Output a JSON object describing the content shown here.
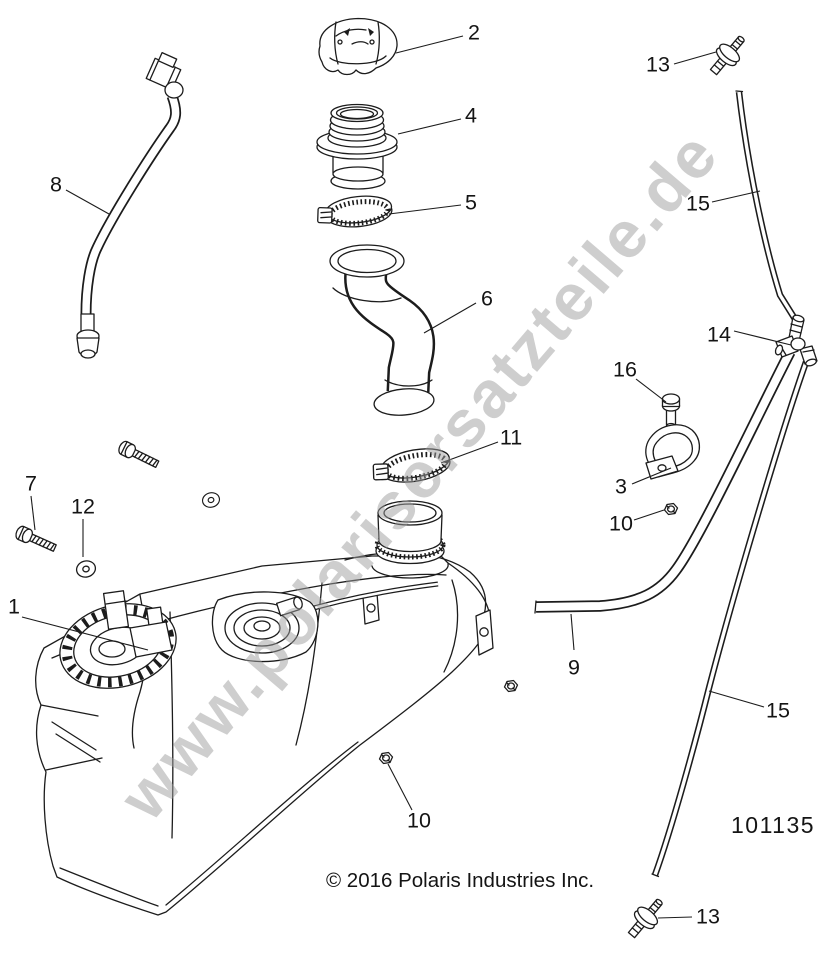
{
  "diagram": {
    "drawing_number": "101135",
    "copyright": "© 2016 Polaris Industries Inc.",
    "watermark": "www.polarisersatzteile.de",
    "callouts": [
      {
        "id": "callout-1",
        "label": "1"
      },
      {
        "id": "callout-2",
        "label": "2"
      },
      {
        "id": "callout-3",
        "label": "3"
      },
      {
        "id": "callout-4",
        "label": "4"
      },
      {
        "id": "callout-5",
        "label": "5"
      },
      {
        "id": "callout-6",
        "label": "6"
      },
      {
        "id": "callout-7",
        "label": "7"
      },
      {
        "id": "callout-8",
        "label": "8"
      },
      {
        "id": "callout-9",
        "label": "9"
      },
      {
        "id": "callout-10-right",
        "label": "10"
      },
      {
        "id": "callout-10-bottom",
        "label": "10"
      },
      {
        "id": "callout-11",
        "label": "11"
      },
      {
        "id": "callout-12",
        "label": "12"
      },
      {
        "id": "callout-13-top",
        "label": "13"
      },
      {
        "id": "callout-13-bottom",
        "label": "13"
      },
      {
        "id": "callout-14",
        "label": "14"
      },
      {
        "id": "callout-15-top",
        "label": "15"
      },
      {
        "id": "callout-15-bottom",
        "label": "15"
      },
      {
        "id": "callout-16",
        "label": "16"
      }
    ]
  }
}
